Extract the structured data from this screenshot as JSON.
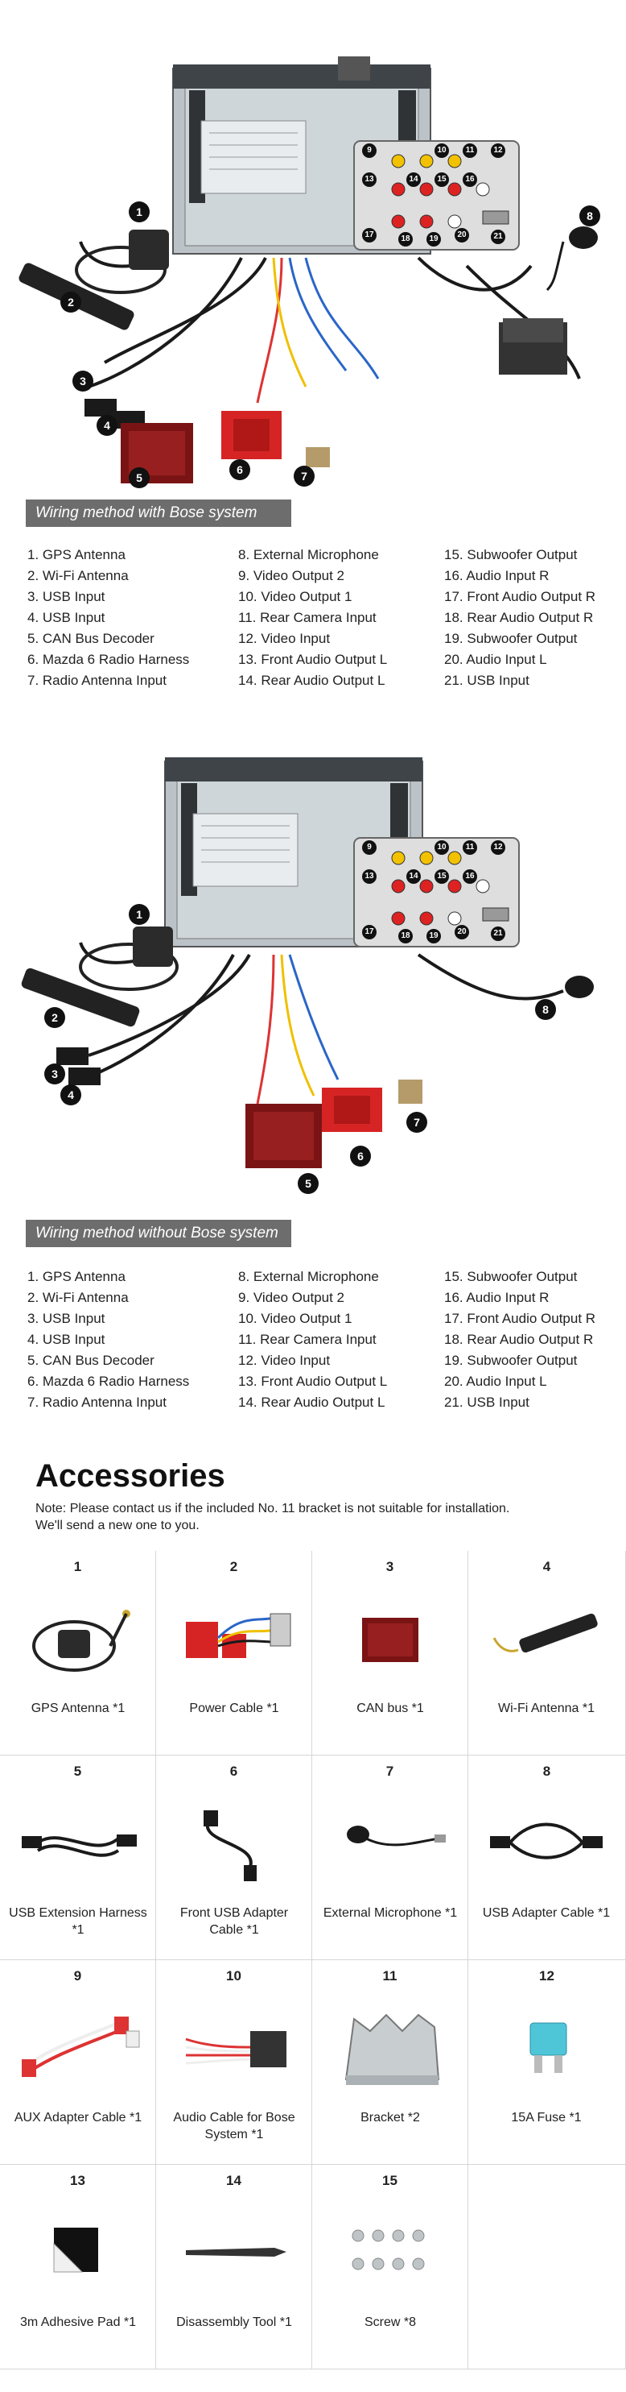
{
  "sections": [
    {
      "banner": "Wiring method with Bose system",
      "legend_cols": [
        [
          "1. GPS Antenna",
          "2. Wi-Fi Antenna",
          "3. USB Input",
          "4. USB Input",
          "5. CAN Bus Decoder",
          "6. Mazda 6 Radio Harness",
          "7. Radio Antenna Input"
        ],
        [
          "8.  External Microphone",
          "9.  Video Output 2",
          "10. Video Output 1",
          "11. Rear Camera Input",
          "12. Video Input",
          "13. Front Audio Output L",
          "14. Rear Audio Output L"
        ],
        [
          "15. Subwoofer Output",
          "16. Audio Input R",
          "17. Front Audio Output R",
          "18. Rear Audio Output R",
          "19. Subwoofer Output",
          "20. Audio Input L",
          "21. USB Input"
        ]
      ],
      "callouts": [
        "1",
        "2",
        "3",
        "4",
        "5",
        "6",
        "7",
        "8"
      ],
      "panel_numbers": [
        "9",
        "10",
        "11",
        "12",
        "13",
        "14",
        "15",
        "16",
        "17",
        "18",
        "19",
        "20",
        "21"
      ]
    },
    {
      "banner": "Wiring method without Bose system",
      "legend_cols": [
        [
          "1. GPS Antenna",
          "2. Wi-Fi Antenna",
          "3. USB Input",
          "4. USB Input",
          "5. CAN Bus Decoder",
          "6. Mazda 6 Radio Harness",
          "7. Radio Antenna Input"
        ],
        [
          "8.  External Microphone",
          "9.  Video Output 2",
          "10. Video Output 1",
          "11. Rear Camera Input",
          "12. Video Input",
          "13. Front Audio Output L",
          "14. Rear Audio Output L"
        ],
        [
          "15. Subwoofer Output",
          "16. Audio Input R",
          "17. Front Audio Output R",
          "18. Rear Audio Output R",
          "19. Subwoofer Output",
          "20. Audio Input L",
          "21. USB Input"
        ]
      ],
      "callouts": [
        "1",
        "2",
        "3",
        "4",
        "5",
        "6",
        "7",
        "8"
      ],
      "panel_numbers": [
        "9",
        "10",
        "11",
        "12",
        "13",
        "14",
        "15",
        "16",
        "17",
        "18",
        "19",
        "20",
        "21"
      ]
    }
  ],
  "accessories": {
    "title": "Accessories",
    "note_line1": "Note: Please contact us if the included No. 11 bracket is not suitable for installation.",
    "note_line2": "We'll send a new one to you.",
    "items": [
      {
        "num": "1",
        "caption": "GPS Antenna *1",
        "icon": "gps-antenna"
      },
      {
        "num": "2",
        "caption": "Power Cable *1",
        "icon": "power-cable"
      },
      {
        "num": "3",
        "caption": "CAN bus *1",
        "icon": "canbus-box"
      },
      {
        "num": "4",
        "caption": "Wi-Fi Antenna *1",
        "icon": "wifi-antenna"
      },
      {
        "num": "5",
        "caption": "USB Extension Harness *1",
        "icon": "usb-harness"
      },
      {
        "num": "6",
        "caption": "Front USB Adapter Cable *1",
        "icon": "usb-adapter"
      },
      {
        "num": "7",
        "caption": "External Microphone *1",
        "icon": "microphone"
      },
      {
        "num": "8",
        "caption": "USB Adapter Cable *1",
        "icon": "usb-cable"
      },
      {
        "num": "9",
        "caption": "AUX Adapter Cable *1",
        "icon": "aux-cable"
      },
      {
        "num": "10",
        "caption": "Audio Cable for Bose System *1",
        "icon": "bose-cable"
      },
      {
        "num": "11",
        "caption": "Bracket *2",
        "icon": "bracket"
      },
      {
        "num": "12",
        "caption": "15A Fuse *1",
        "icon": "fuse"
      },
      {
        "num": "13",
        "caption": "3m Adhesive Pad *1",
        "icon": "adhesive-pad"
      },
      {
        "num": "14",
        "caption": "Disassembly Tool *1",
        "icon": "pry-tool"
      },
      {
        "num": "15",
        "caption": "Screw *8",
        "icon": "screws"
      },
      {
        "num": "",
        "caption": "",
        "icon": "empty"
      }
    ]
  }
}
